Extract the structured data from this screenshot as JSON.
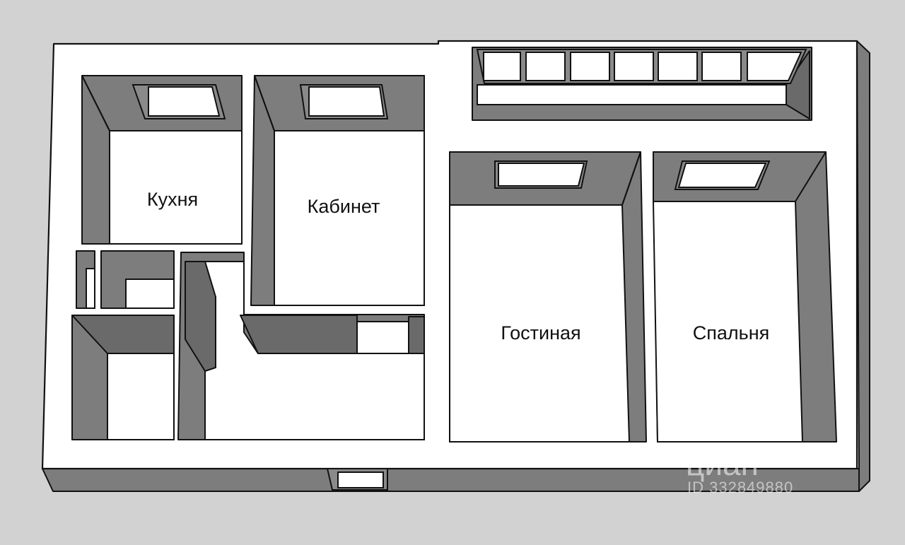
{
  "plan": {
    "rooms": [
      {
        "id": "kitchen",
        "label": "Кухня"
      },
      {
        "id": "office",
        "label": "Кабинет"
      },
      {
        "id": "living",
        "label": "Гостиная"
      },
      {
        "id": "bedroom",
        "label": "Спальня"
      }
    ]
  },
  "watermark": {
    "brand": "циан",
    "listing_id": "ID 332849880"
  },
  "colors": {
    "background": "#d2d2d2",
    "wall_top": "#ffffff",
    "wall_side": "#7d7d7d",
    "outline": "#111111"
  }
}
